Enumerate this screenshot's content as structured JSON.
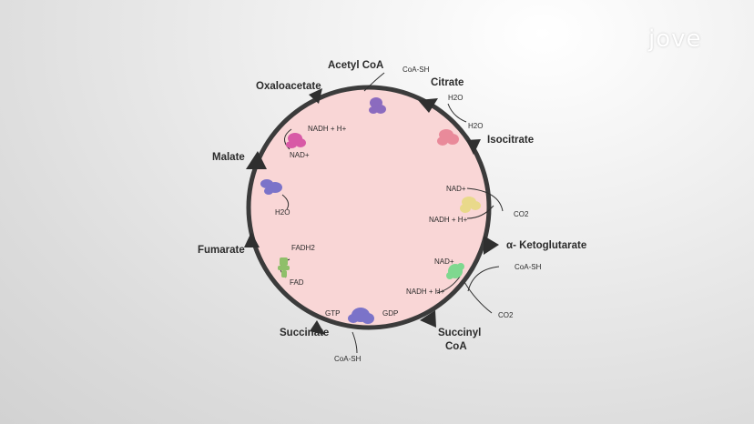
{
  "logo": {
    "text": "jove"
  },
  "intermediates": {
    "acetyl_coa": "Acetyl CoA",
    "citrate": "Citrate",
    "isocitrate": "Isocitrate",
    "alpha_ketoglutarate": "α- Ketoglutarate",
    "succinyl_coa_line1": "Succinyl",
    "succinyl_coa_line2": "CoA",
    "succinate": "Succinate",
    "fumarate": "Fumarate",
    "malate": "Malate",
    "oxaloacetate": "Oxaloacetate"
  },
  "cofactors": {
    "coa_sh_top": "CoA-SH",
    "h2o_citrate": "H2O",
    "h2o_isocitrate": "H2O",
    "nad_isocitrate": "NAD+",
    "nadh_isocitrate": "NADH + H+",
    "co2_isocitrate": "CO2",
    "nad_akg": "NAD+",
    "coa_sh_akg": "CoA-SH",
    "nadh_akg": "NADH + H+",
    "co2_akg": "CO2",
    "gtp": "GTP",
    "gdp": "GDP",
    "coa_sh_succinyl": "CoA-SH",
    "fadh2": "FADH2",
    "fad": "FAD",
    "h2o_fumarate": "H2O",
    "nadh_malate": "NADH + H+",
    "nad_malate": "NAD+"
  },
  "colors": {
    "cycle_fill": "#f9d6d6",
    "cycle_stroke": "#3b3b3b",
    "enzyme_purple": "#8b6bbf",
    "enzyme_pink": "#e98a9a",
    "enzyme_yellow": "#e9d98a",
    "enzyme_green": "#7fd88f",
    "enzyme_blue": "#7b73c9",
    "enzyme_magenta": "#d85aa6",
    "enzyme_olive": "#8fbf6a"
  }
}
